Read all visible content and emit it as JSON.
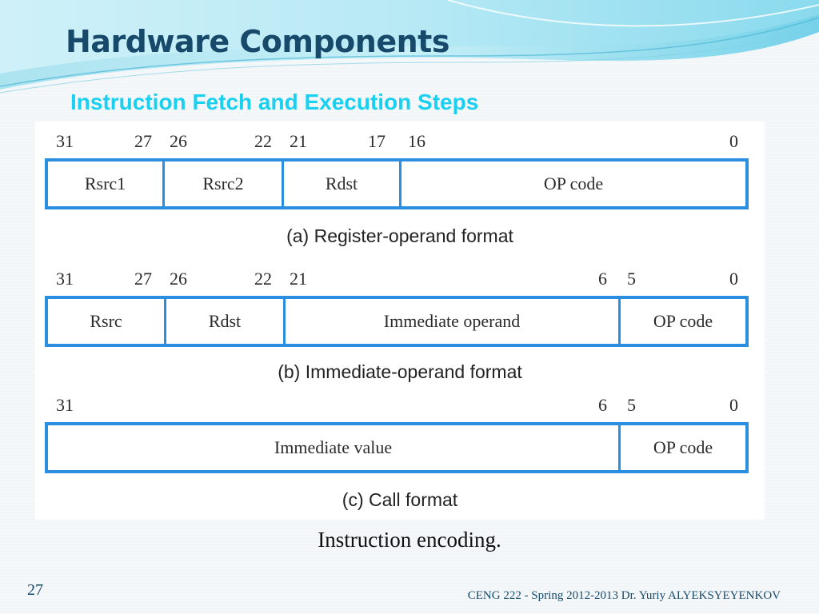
{
  "slide": {
    "title": "Hardware Components",
    "subtitle": "Instruction Fetch and Execution Steps",
    "figure_caption": "Instruction encoding.",
    "page_number": "27",
    "footer": "CENG 222 - Spring 2012-2013   Dr. Yuriy ALYEKSYEYENKOV"
  },
  "formats": [
    {
      "caption": "(a) Register-operand format",
      "bit_labels": [
        "31",
        "27",
        "26",
        "22",
        "21",
        "17",
        "16",
        "0"
      ],
      "fields": [
        "Rsrc1",
        "Rsrc2",
        "Rdst",
        "OP code"
      ]
    },
    {
      "caption": "(b) Immediate-operand format",
      "bit_labels": [
        "31",
        "27",
        "26",
        "22",
        "21",
        "6",
        "5",
        "0"
      ],
      "fields": [
        "Rsrc",
        "Rdst",
        "Immediate operand",
        "OP code"
      ]
    },
    {
      "caption": "(c) Call format",
      "bit_labels": [
        "31",
        "6",
        "5",
        "0"
      ],
      "fields": [
        "Immediate value",
        "OP code"
      ]
    }
  ],
  "colors": {
    "title": "#17496b",
    "subtitle": "#19d0f0",
    "field_border": "#2a8fe0"
  }
}
